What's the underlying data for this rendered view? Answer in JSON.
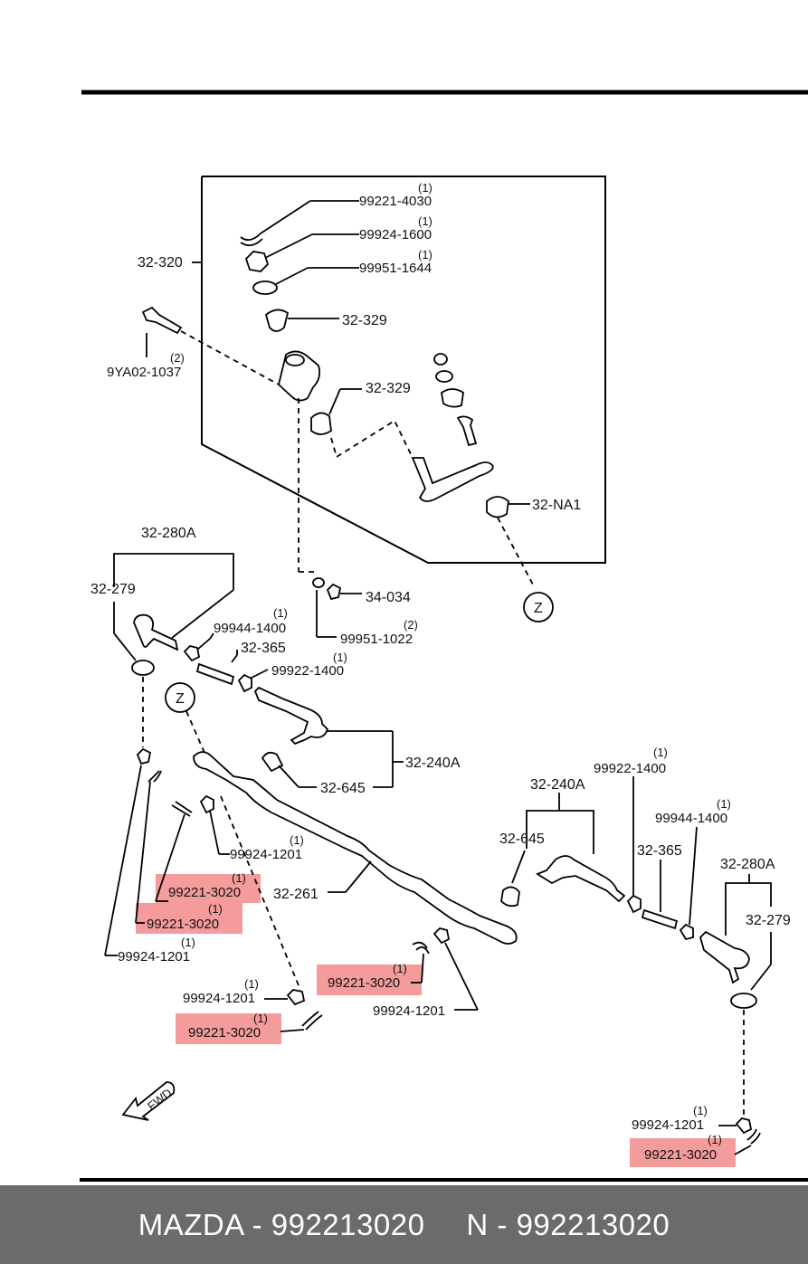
{
  "parts": {
    "p_32_320": "32-320",
    "p_99221_4030": "99221-4030",
    "p_99924_1600": "99924-1600",
    "p_99951_1644": "99951-1644",
    "p_32_329_a": "32-329",
    "p_32_329_b": "32-329",
    "p_9ya02_1037": "9YA02-1037",
    "p_32_na1": "32-NA1",
    "p_32_280a_left": "32-280A",
    "p_32_279_left": "32-279",
    "p_34_034": "34-034",
    "p_99951_1022": "99951-1022",
    "p_99944_1400_left": "99944-1400",
    "p_32_365_left": "32-365",
    "p_99922_1400_left": "99922-1400",
    "p_32_240a_left": "32-240A",
    "p_32_645_left": "32-645",
    "p_99924_1201_a": "99924-1201",
    "p_32_261": "32-261",
    "p_99221_3020_a": "99221-3020",
    "p_99221_3020_b": "99221-3020",
    "p_99924_1201_b": "99924-1201",
    "p_99221_3020_c": "99221-3020",
    "p_99924_1201_c": "99924-1201",
    "p_99924_1201_d": "99924-1201",
    "p_99221_3020_d": "99221-3020",
    "p_32_240a_right": "32-240A",
    "p_32_645_right": "32-645",
    "p_99922_1400_right": "99922-1400",
    "p_99944_1400_right": "99944-1400",
    "p_32_365_right": "32-365",
    "p_32_280a_right": "32-280A",
    "p_32_279_right": "32-279",
    "p_99924_1201_e": "99924-1201",
    "p_99221_3020_e": "99221-3020"
  },
  "quantities": {
    "q1": "(1)",
    "q2": "(2)"
  },
  "markers": {
    "z": "Z",
    "fwd": "FWD"
  },
  "highlight_color": "#f07a7a",
  "footer": {
    "brand": "MAZDA - 992213020",
    "number": "N - 992213020"
  }
}
